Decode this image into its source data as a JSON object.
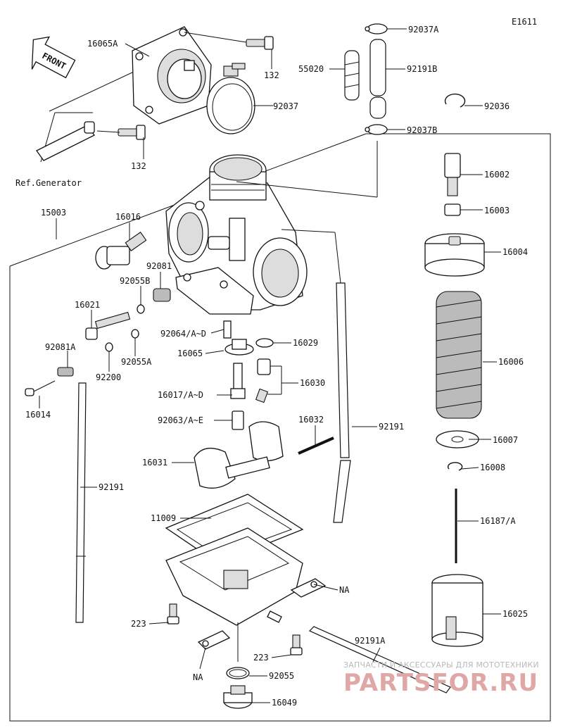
{
  "diagram": {
    "code": "E1611",
    "front_label": "FRONT",
    "ref_label": "Ref.Generator",
    "parts": {
      "p16065A": "16065A",
      "p132_a": "132",
      "p132_b": "132",
      "p92037": "92037",
      "p92037A": "92037A",
      "p55020": "55020",
      "p92191B": "92191B",
      "p92037B": "92037B",
      "p92036": "92036",
      "p16002": "16002",
      "p16003": "16003",
      "p16004": "16004",
      "p15003": "15003",
      "p16016": "16016",
      "p92081": "92081",
      "p92055B": "92055B",
      "p16021": "16021",
      "p92064": "92064/A~D",
      "p16029": "16029",
      "p16065": "16065",
      "p92081A": "92081A",
      "p92055A": "92055A",
      "p92200": "92200",
      "p16006": "16006",
      "p16017": "16017/A~D",
      "p16030": "16030",
      "p16014": "16014",
      "p92063": "92063/A~E",
      "p16032": "16032",
      "p92191_r": "92191",
      "p16007": "16007",
      "p16031": "16031",
      "p16008": "16008",
      "p92191_l": "92191",
      "p11009": "11009",
      "p16187": "16187/A",
      "pNA_r": "NA",
      "p16025": "16025",
      "p223_a": "223",
      "p92191A": "92191A",
      "p223_b": "223",
      "pNA_b": "NA",
      "p92055": "92055",
      "p16049": "16049"
    }
  },
  "watermark": {
    "tagline": "ЗАПЧАСТИ И АКСЕССУАРЫ ДЛЯ МОТОТЕХНИКИ",
    "logo": "PARTSFOR.RU"
  }
}
